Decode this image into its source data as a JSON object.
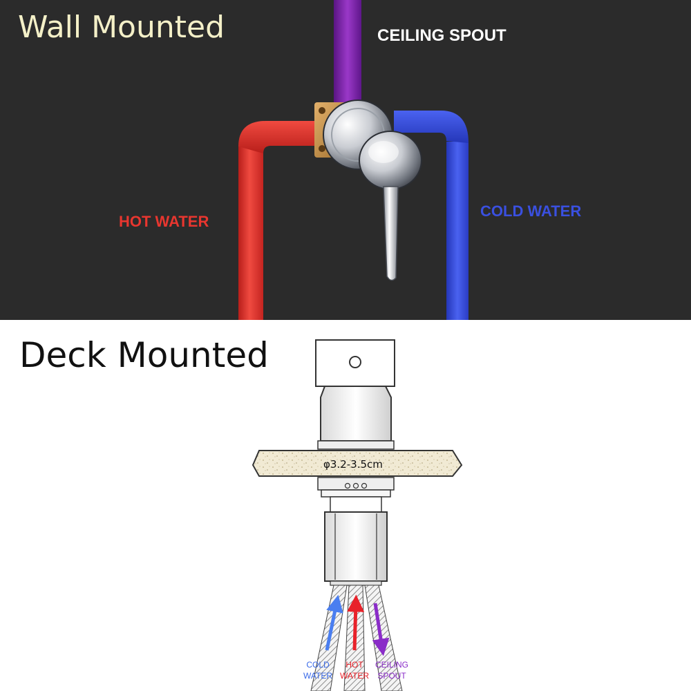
{
  "wall": {
    "title": "Wall Mounted",
    "ceiling_label": "CEILING SPOUT",
    "hot_label": "HOT WATER",
    "cold_label": "COLD WATER"
  },
  "deck": {
    "title": "Deck Mounted",
    "hole_dimension": "φ3.2-3.5cm",
    "cold_label_1": "COLD",
    "cold_label_2": "WATER",
    "hot_label_1": "HOT",
    "hot_label_2": "WATER",
    "ceiling_label_1": "CEILING",
    "ceiling_label_2": "SPOUT"
  },
  "colors": {
    "hot": "#e8362f",
    "cold": "#3a50e0",
    "ceiling": "#7a1fa8",
    "background_dark": "#2b2b2b",
    "title_top": "#f4f0c8"
  }
}
